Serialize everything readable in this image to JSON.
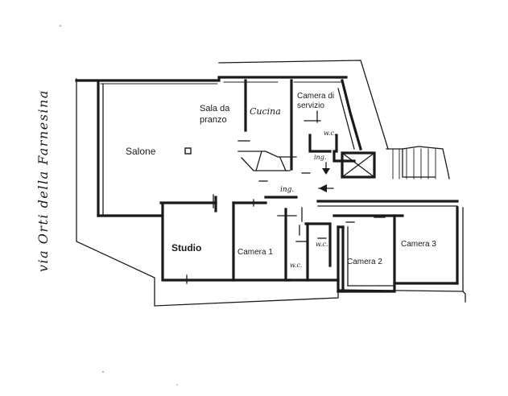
{
  "street": "via Orti della Farnesina",
  "rooms": {
    "salone": "Salone",
    "sala_line1": "Sala da",
    "sala_line2": "pranzo",
    "cucina": "Cucina",
    "servizio_line1": "Camera di",
    "servizio_line2": "servizio",
    "wc_servizio": "w.c.",
    "ing_servizio": "ing.",
    "ing_main": "ing.",
    "studio": "Studio",
    "camera1": "Camera 1",
    "wc_1": "w.c.",
    "wc_2": "w.c.",
    "camera2": "Camera 2",
    "camera3": "Camera 3"
  }
}
